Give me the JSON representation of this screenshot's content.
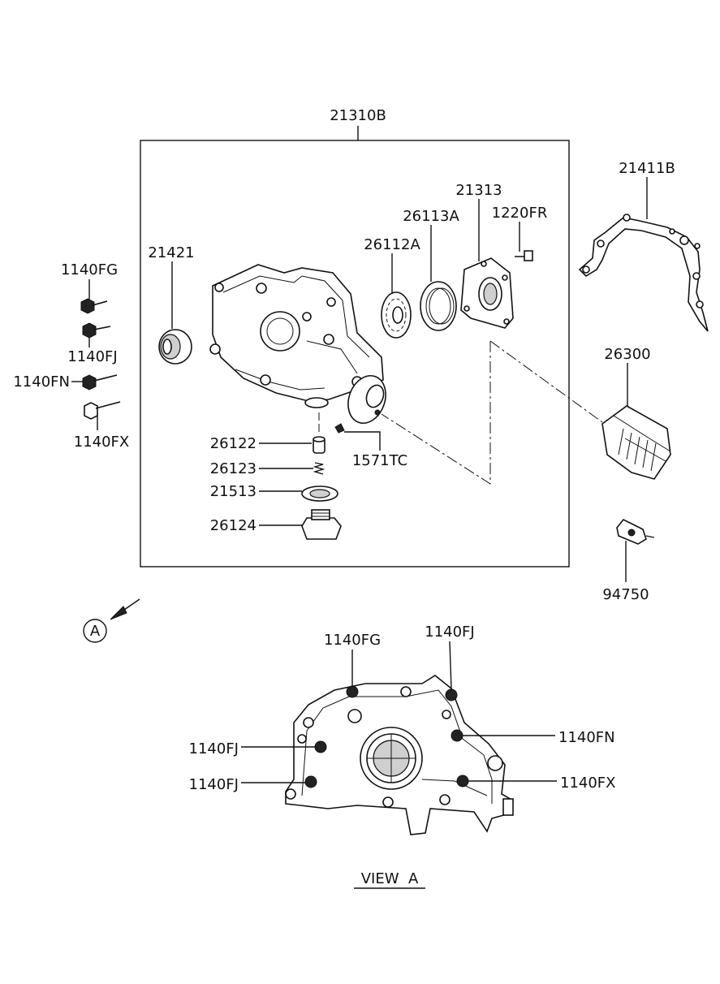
{
  "labels": {
    "assembly": "21310B",
    "gasket": "21411B",
    "oil_seal": "21421",
    "sprocket_a": "26112A",
    "ring_a": "26113A",
    "cover": "21313",
    "screw": "1220FR",
    "filter": "26300",
    "sensor": "94750",
    "valve": "26122",
    "spring": "26123",
    "washer": "21513",
    "plug": "26124",
    "pin": "1571TC",
    "bolt_fg": "1140FG",
    "bolt_fj": "1140FJ",
    "bolt_fn": "1140FN",
    "bolt_fx": "1140FX",
    "view_marker": "A",
    "view_title": "VIEW  A",
    "view_fg": "1140FG",
    "view_fj_top": "1140FJ",
    "view_fn": "1140FN",
    "view_fj_mid": "1140FJ",
    "view_fj_low": "1140FJ",
    "view_fx": "1140FX"
  }
}
